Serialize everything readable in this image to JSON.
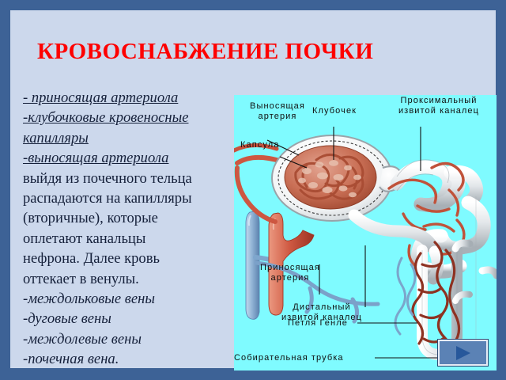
{
  "slide": {
    "title": "КРОВОСНАБЖЕНИЕ ПОЧКИ",
    "title_color": "#fe0000",
    "frame_color": "#3d6296",
    "panel_color": "#ccd8ec",
    "figure_background": "#7ffbff"
  },
  "body_text": {
    "lines": [
      {
        "text": "- приносящая артериола",
        "style": "italic-underline"
      },
      {
        "text": "-клубочковые кровеносные",
        "style": "italic-underline"
      },
      {
        "text": "капилляры",
        "style": "italic-underline"
      },
      {
        "text": "-выносящая артериола",
        "style": "italic-underline"
      },
      {
        "text": "выйдя из почечного тельца",
        "style": "roman"
      },
      {
        "text": "распадаются на капилляры",
        "style": "roman"
      },
      {
        "text": "(вторичные), которые",
        "style": "roman"
      },
      {
        "text": "оплетают канальцы",
        "style": "roman"
      },
      {
        "text": "нефрона. Далее кровь",
        "style": "roman"
      },
      {
        "text": "оттекает в венулы.",
        "style": "roman"
      },
      {
        "text": "-междольковые вены",
        "style": "italic"
      },
      {
        "text": "-дуговые вены",
        "style": "italic"
      },
      {
        "text": "-междолевые вены",
        "style": "italic"
      },
      {
        "text": "-почечная вена.",
        "style": "italic"
      }
    ]
  },
  "figure": {
    "alt": "Схема кровоснабжения нефрона почки",
    "labels": [
      {
        "id": "efferent-artery",
        "line1": "Выносящая",
        "line2": "артерия"
      },
      {
        "id": "glomerulus",
        "line1": "Клубочек",
        "line2": ""
      },
      {
        "id": "proximal-tubule",
        "line1": "Проксимальный",
        "line2": "извитой каналец"
      },
      {
        "id": "capsule",
        "line1": "Капсула",
        "line2": ""
      },
      {
        "id": "afferent-artery",
        "line1": "Приносящая",
        "line2": "артерия"
      },
      {
        "id": "distal-tubule",
        "line1": "Дистальный",
        "line2": "извитой каналец"
      },
      {
        "id": "loop-of-henle",
        "line1": "Петля Генле",
        "line2": ""
      },
      {
        "id": "collecting-duct",
        "line1": "Собирательная трубка",
        "line2": ""
      }
    ],
    "colors": {
      "artery": "#d4553f",
      "artery_dark": "#a33525",
      "vein": "#8fb3d9",
      "vein_dark": "#5d86b5",
      "tubule": "#d9dde0",
      "tubule_shade": "#a9b0b5",
      "glomerulus": "#c2634a",
      "capsule": "#ffffff"
    }
  },
  "controls": {
    "play_label": "play-forward",
    "play_color": "#5b82b5",
    "play_triangle_color": "#27589b"
  }
}
